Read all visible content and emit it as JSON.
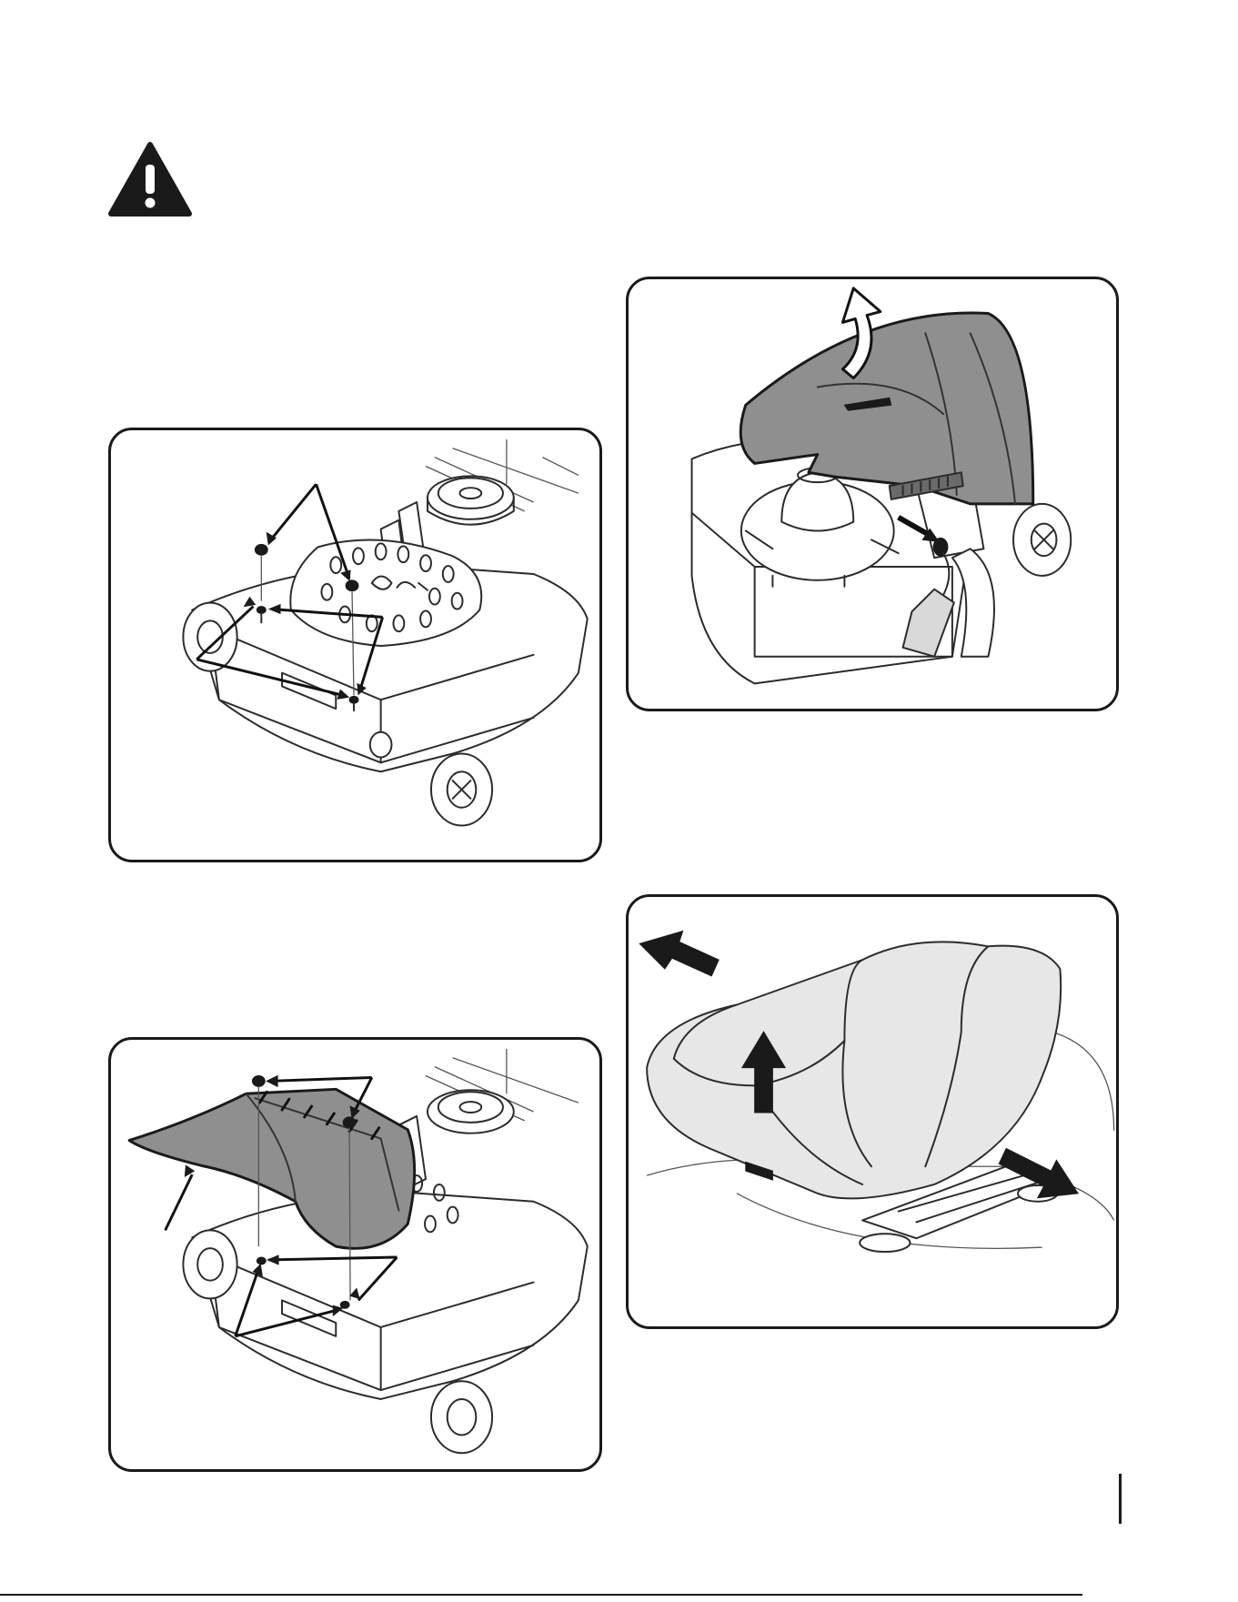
{
  "page": {
    "warning_icon": "warning-triangle-icon",
    "page_number": "",
    "footer_code": ""
  },
  "figures": {
    "deck_nuts_removed": {
      "icon": "mower-deck-mounting-illustration"
    },
    "discharge_chute_lifted": {
      "icon": "chute-raise-illustration"
    },
    "discharge_chute_installed": {
      "icon": "chute-install-illustration"
    },
    "seat_adjust": {
      "icon": "seat-slide-illustration"
    }
  },
  "colors": {
    "outline": "#1a1a1a",
    "chute_fill": "#8f8f8f",
    "seat_fill": "#e7e7e7"
  }
}
